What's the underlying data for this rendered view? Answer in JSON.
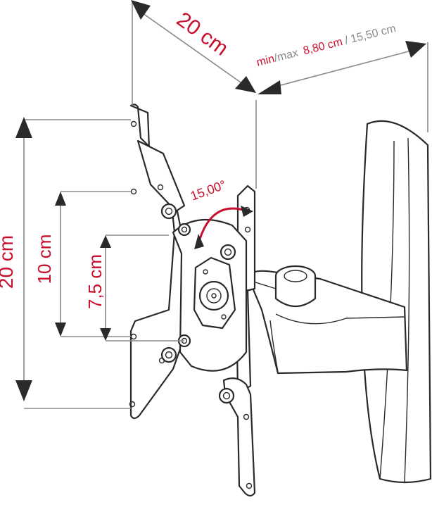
{
  "labels": {
    "top_width": "20 cm",
    "depth_min_prefix": "min",
    "depth_slash1": "/",
    "depth_max_prefix": "max",
    "depth_min_value": "8,80 cm",
    "depth_slash2": "/",
    "depth_max_value": "15,50 cm",
    "angle": "15,00°",
    "height_outer": "20 cm",
    "height_mid": "10 cm",
    "height_inner": "7,5 cm"
  },
  "colors": {
    "accent_red": "#c8102e",
    "dimension_grey": "#8a8a8a",
    "outline": "#2a2a2a"
  }
}
